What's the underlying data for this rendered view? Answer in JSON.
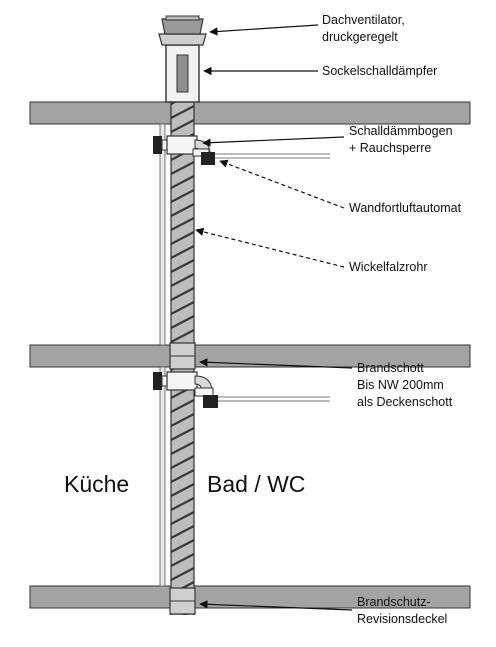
{
  "rooms": {
    "left": "Küche",
    "right": "Bad / WC"
  },
  "callouts": {
    "roof_fan": [
      "Dachventilator,",
      "druckgeregelt"
    ],
    "base_silencer": "Sockelschalldämpfer",
    "silencer_bend": [
      "Schalldämmbogen",
      "+ Rauchsperre"
    ],
    "wall_exhaust_unit": "Wandfortluftautomat",
    "spiral_duct": "Wickelfalzrohr",
    "fire_damper": [
      "Brandschott",
      "Bis NW 200mm",
      "als Deckenschott"
    ],
    "fire_revision_cover": [
      "Brandschutz-",
      "Revisionsdeckel"
    ]
  },
  "colors": {
    "slab": "#a3a3a3",
    "outline": "#333333",
    "duct": "#bdbdbd",
    "wall": "#e6e6e6"
  }
}
